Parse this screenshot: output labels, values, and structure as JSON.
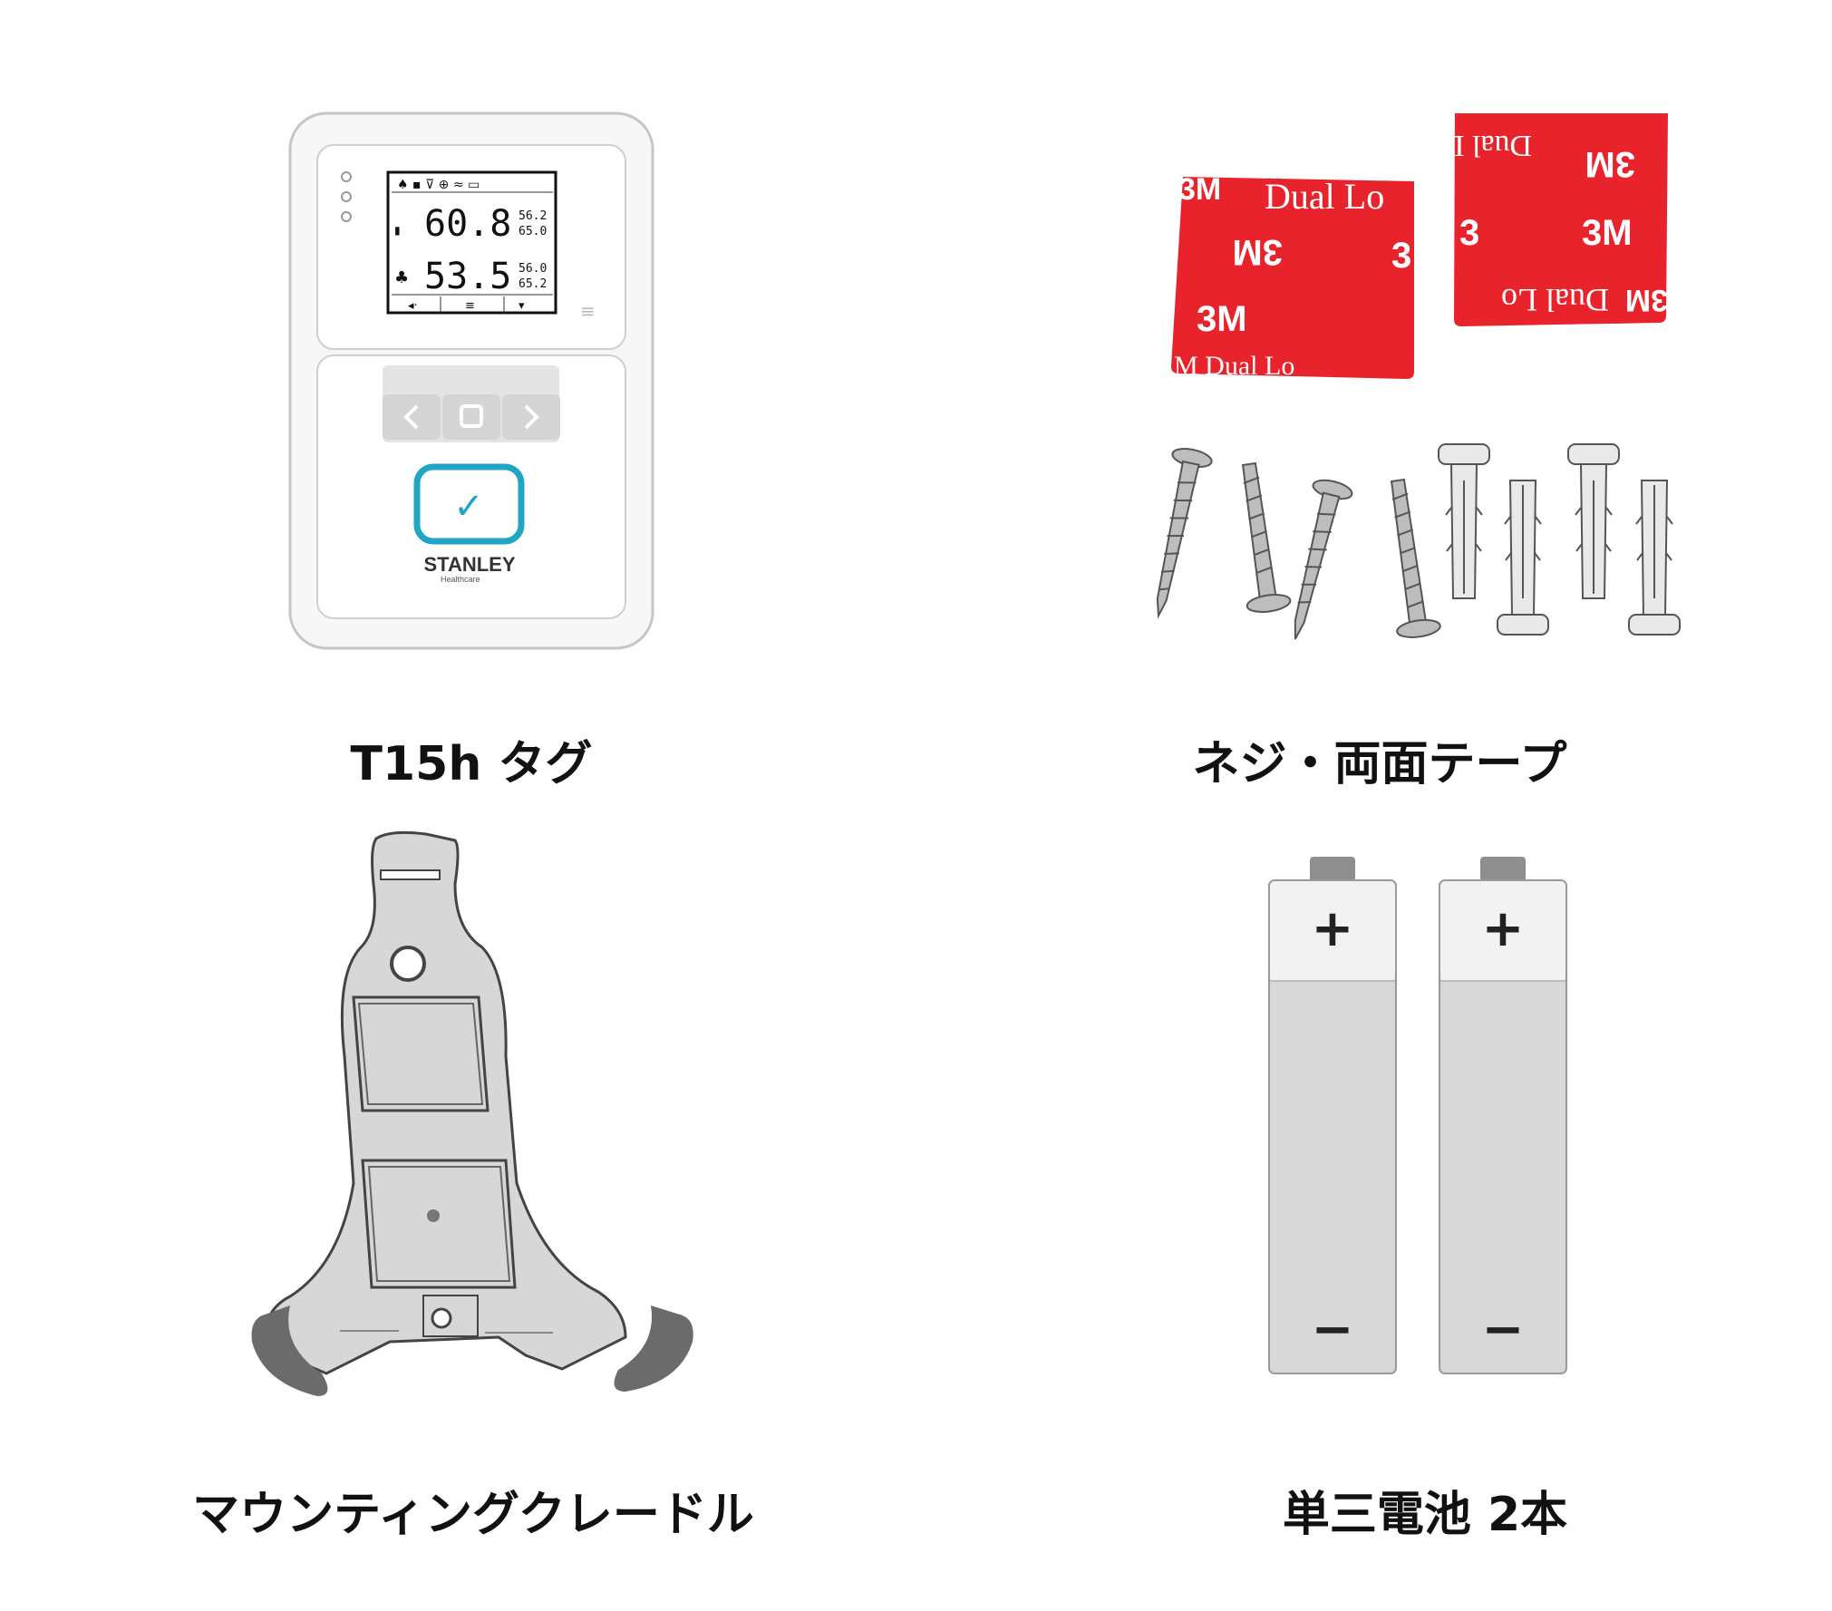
{
  "items": [
    {
      "caption": "T15h タグ",
      "device": {
        "brand": "STANLEY",
        "brand_sub": "Healthcare",
        "reading_top": "60.8",
        "reading_bottom": "53.5",
        "mini_top_1": "56.2",
        "mini_top_2": "65.0",
        "mini_bottom_1": "56.0",
        "mini_bottom_2": "65.2",
        "check_glyph": "✓",
        "colors": {
          "accent": "#1fa6c4",
          "body": "#f4f4f4",
          "outline": "#bfbfbf"
        }
      }
    },
    {
      "caption": "ネジ・両面テープ",
      "tape": {
        "brand": "3M",
        "text": "Dual Lo",
        "colors": {
          "tape": "#e8232b",
          "text": "#ffffff"
        }
      }
    },
    {
      "caption": "マウンティングクレードル",
      "cradle": {
        "colors": {
          "body": "#d7d7d7",
          "feet": "#6b6b6b"
        }
      }
    },
    {
      "caption": "単三電池 2本",
      "battery": {
        "plus": "+",
        "minus": "−",
        "colors": {
          "body": "#d8d8d8",
          "cap": "#f2f2f2",
          "terminal": "#8f8f8f"
        }
      }
    }
  ]
}
